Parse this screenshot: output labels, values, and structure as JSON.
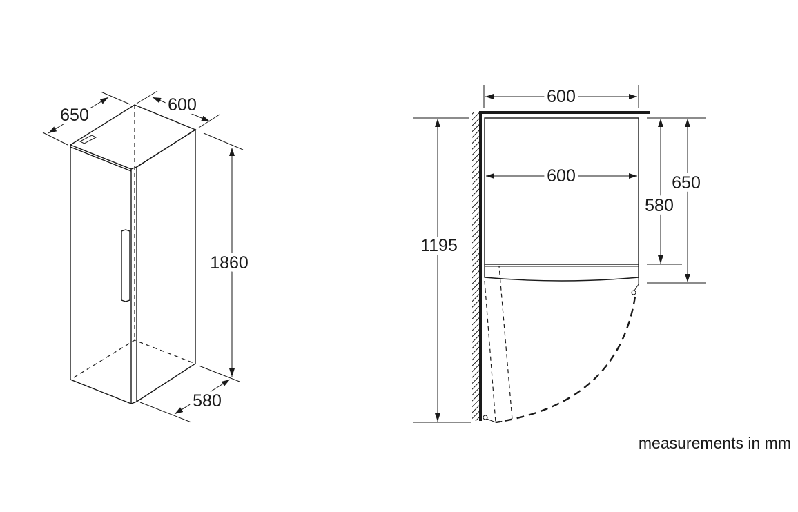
{
  "isometric_view": {
    "depth_label": "650",
    "width_label": "600",
    "height_label": "1860",
    "depth_body_label": "580"
  },
  "top_view": {
    "outer_width_label": "600",
    "inner_width_label": "600",
    "door_open_clearance_label": "1195",
    "body_depth_label": "580",
    "total_depth_label": "650"
  },
  "note": "measurements in mm",
  "colors": {
    "line": "#1a1a1a",
    "background": "#ffffff"
  }
}
